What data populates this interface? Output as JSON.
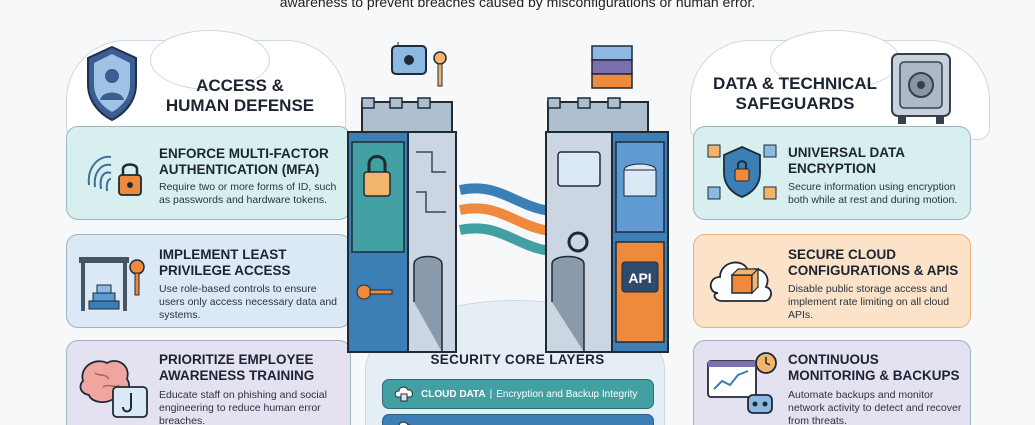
{
  "intro_text": "awareness to prevent breaches caused by misconfigurations or human error.",
  "left_section": {
    "title_line1": "ACCESS &",
    "title_line2": "HUMAN DEFENSE",
    "cards": [
      {
        "title": "Enforce Multi-Factor Authentication (MFA)",
        "desc": "Require two or more forms of ID, such as passwords and hardware tokens.",
        "icon": "fingerprint-lock-icon"
      },
      {
        "title": "Implement Least Privilege Access",
        "desc": "Use role-based controls to ensure users only access necessary data and systems.",
        "icon": "tiered-access-key-icon"
      },
      {
        "title": "Prioritize Employee Awareness Training",
        "desc": "Educate staff on phishing and social engineering to reduce human error breaches.",
        "icon": "brain-phishing-hook-icon"
      }
    ]
  },
  "right_section": {
    "title_line1": "DATA & TECHNICAL",
    "title_line2": "SAFEGUARDS",
    "cards": [
      {
        "title": "Universal Data Encryption",
        "desc": "Secure information using encryption both while at rest and during motion.",
        "icon": "encryption-shield-icon"
      },
      {
        "title": "Secure Cloud Configurations & APIs",
        "desc": "Disable public storage access and implement rate limiting on all cloud APIs.",
        "icon": "cloud-box-icon"
      },
      {
        "title": "Continuous Monitoring & Backups",
        "desc": "Automate backups and monitor network activity to detect and recover from threats.",
        "icon": "monitoring-robot-icon"
      }
    ]
  },
  "core": {
    "title": "SECURITY CORE LAYERS",
    "layers": [
      {
        "name": "CLOUD DATA",
        "detail": "Encryption and Backup Integrity"
      },
      {
        "name": "",
        "detail": ""
      }
    ],
    "tower_left_badge": "padlock",
    "tower_right_badge": "API"
  },
  "colors": {
    "teal": "#43a0a2",
    "blue": "#3c7fb6",
    "orange": "#ef8a3c",
    "purple": "#7b6fae",
    "navy": "#2f4a6b"
  }
}
